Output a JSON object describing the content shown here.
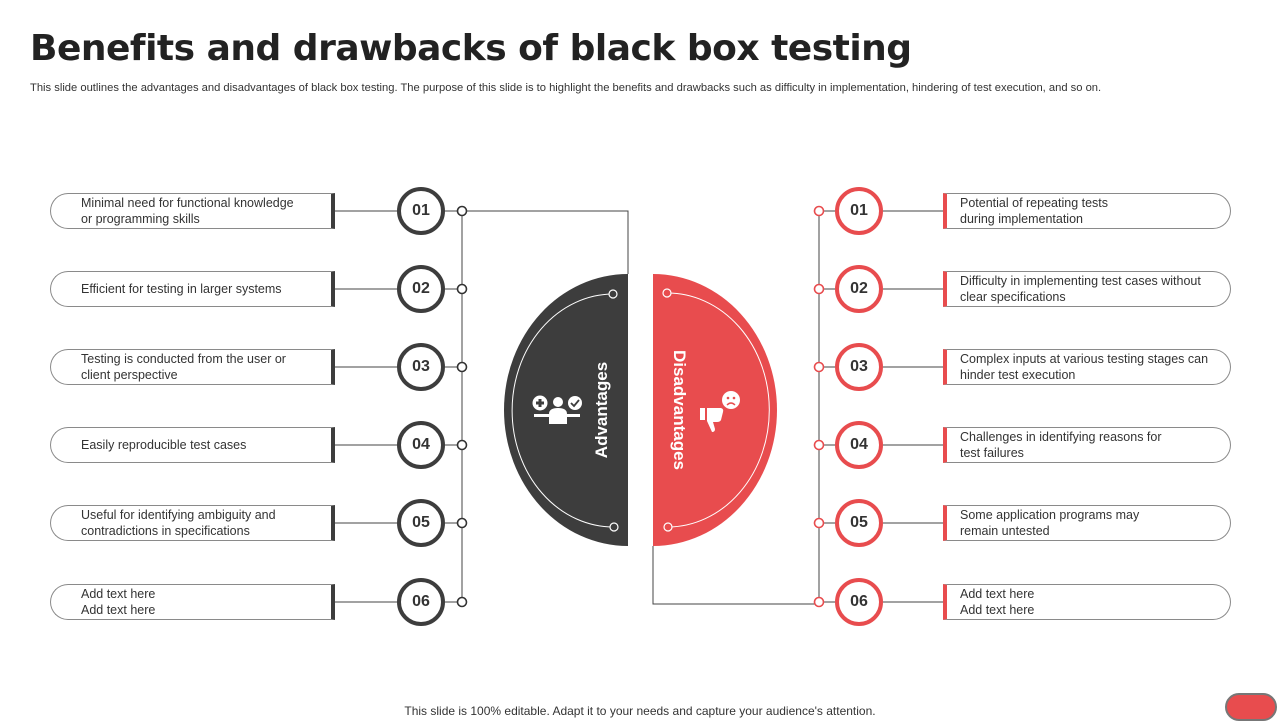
{
  "title": "Benefits and drawbacks of black box testing",
  "subtitle": "This slide outlines the advantages and disadvantages of black box testing. The purpose of this slide is to highlight the benefits and drawbacks such as difficulty in implementation, hindering of test execution, and so on.",
  "footer": "This slide is 100% editable. Adapt it to your needs and capture your audience's attention.",
  "advantages": {
    "label": "Advantages",
    "icon": "people-checklist-icon",
    "items": [
      {
        "num": "01",
        "lines": [
          "Minimal need for functional knowledge",
          "or programming  skills"
        ]
      },
      {
        "num": "02",
        "lines": [
          "Efficient for testing in larger systems"
        ]
      },
      {
        "num": "03",
        "lines": [
          "Testing is conducted from the user or",
          "client perspective"
        ]
      },
      {
        "num": "04",
        "lines": [
          "Easily reproducible  test cases"
        ]
      },
      {
        "num": "05",
        "lines": [
          "Useful for identifying ambiguity and",
          "contradictions in specifications"
        ]
      },
      {
        "num": "06",
        "lines": [
          "Add text here",
          "Add text here"
        ]
      }
    ]
  },
  "disadvantages": {
    "label": "Disadvantages",
    "icon": "thumbs-down-sad-face-icon",
    "items": [
      {
        "num": "01",
        "lines": [
          "Potential of repeating tests",
          "during implementation"
        ]
      },
      {
        "num": "02",
        "lines": [
          "Difficulty in implementing test cases without",
          "clear specifications"
        ]
      },
      {
        "num": "03",
        "lines": [
          "Complex inputs at various testing stages can",
          "hinder test execution"
        ]
      },
      {
        "num": "04",
        "lines": [
          "Challenges  in identifying reasons for",
          "test failures"
        ]
      },
      {
        "num": "05",
        "lines": [
          "Some application programs may",
          "remain untested"
        ]
      },
      {
        "num": "06",
        "lines": [
          "Add text here",
          "Add text here"
        ]
      }
    ]
  },
  "colors": {
    "dark": "#3d3d3d",
    "accent": "#e84c4e"
  }
}
